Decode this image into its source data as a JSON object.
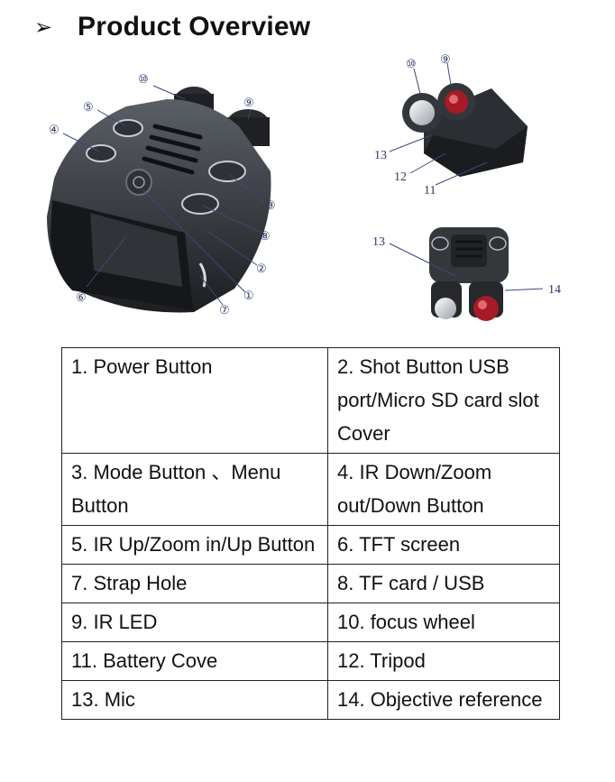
{
  "heading": {
    "bullet": "➢",
    "title": "Product Overview"
  },
  "callouts": {
    "main": [
      "⑩",
      "⑨",
      "⑤",
      "④",
      "③",
      "⑧",
      "②",
      "⑥",
      "①",
      "⑦"
    ],
    "top_right": [
      "⑩",
      "⑨",
      "13",
      "12",
      "11"
    ],
    "bottom_right": [
      "13",
      "14"
    ]
  },
  "table": {
    "rows": [
      [
        "1.   Power Button",
        "2. Shot Button USB port/Micro SD card slot Cover"
      ],
      [
        "3. Mode Button  、Menu Button",
        "4. IR Down/Zoom out/Down Button"
      ],
      [
        "5. IR Up/Zoom in/Up Button",
        "6. TFT screen"
      ],
      [
        "7. Strap Hole",
        "8. TF card / USB"
      ],
      [
        "9. IR LED",
        "10.   focus wheel"
      ],
      [
        "11. Battery Cove",
        "12. Tripod"
      ],
      [
        "13. Mic",
        "14. Objective reference"
      ]
    ]
  }
}
